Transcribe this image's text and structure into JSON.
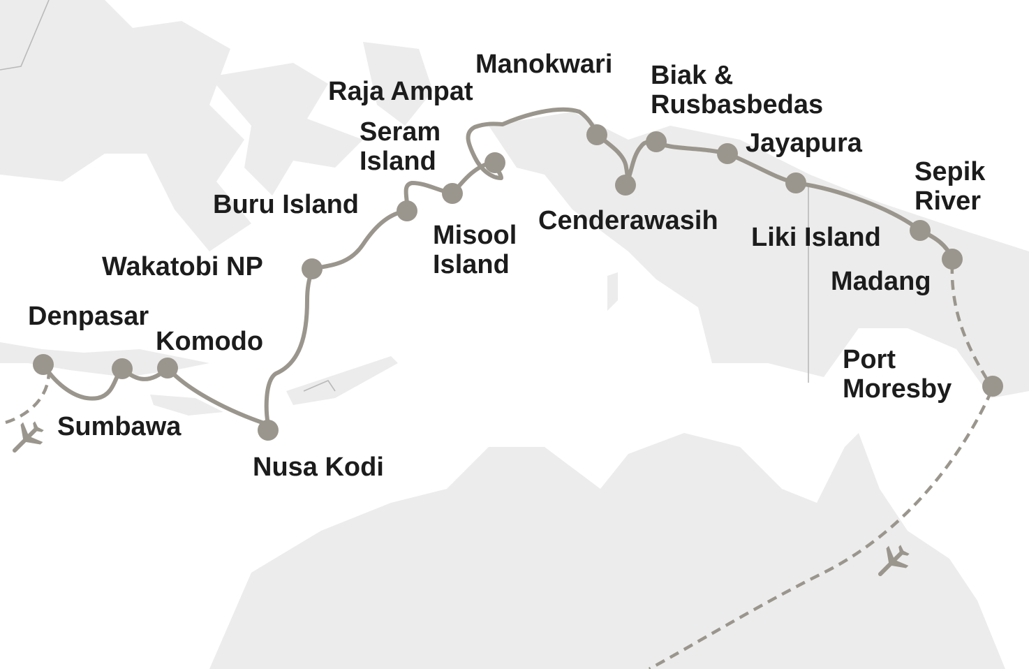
{
  "map": {
    "route_color": "#9a968d",
    "land_color": "#ececec",
    "text_color": "#1c1c1c",
    "icons": [
      "plane-arrival-icon",
      "plane-departure-icon"
    ]
  },
  "labels": {
    "denpasar": "Denpasar",
    "sumbawa": "Sumbawa",
    "komodo": "Komodo",
    "nusa_kodi": "Nusa Kodi",
    "wakatobi": "Wakatobi NP",
    "buru_island": "Buru Island",
    "seram_island_1": "Seram",
    "seram_island_2": "Island",
    "raja_ampat": "Raja Ampat",
    "misool_island_1": "Misool",
    "misool_island_2": "Island",
    "manokwari": "Manokwari",
    "cenderawasih": "Cenderawasih",
    "biak_1": "Biak &",
    "biak_2": "Rusbasbedas",
    "jayapura": "Jayapura",
    "liki_island": "Liki Island",
    "sepik_1": "Sepik",
    "sepik_2": "River",
    "madang": "Madang",
    "port_moresby_1": "Port",
    "port_moresby_2": "Moresby"
  }
}
